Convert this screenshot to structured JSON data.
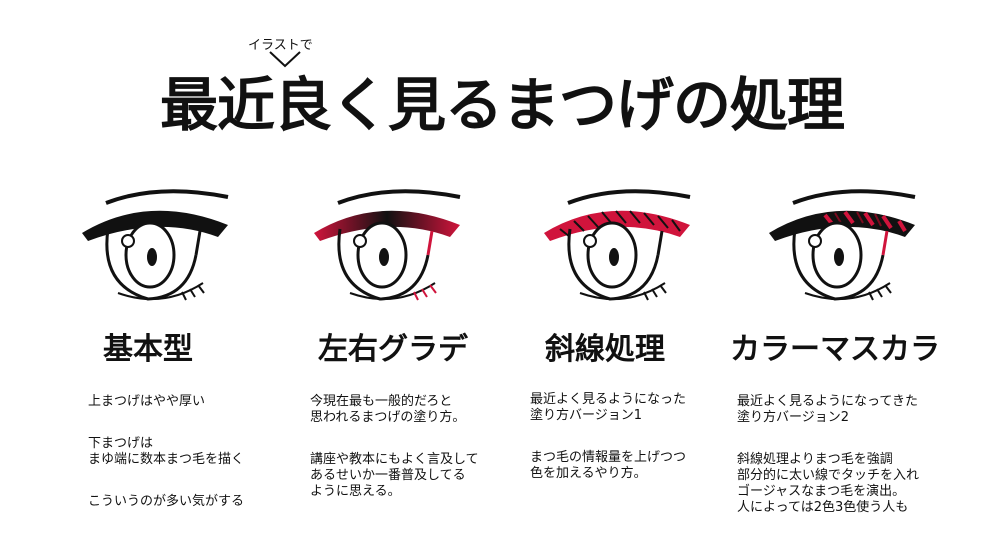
{
  "header": {
    "annotation": "イラストで",
    "title": "最近良く見るまつげの処理"
  },
  "columns": [
    {
      "title": "基本型",
      "paragraphs": [
        "上まつげはやや厚い",
        "下まつげは\nまゆ端に数本まつ毛を描く",
        "こういうのが多い気がする"
      ]
    },
    {
      "title": "左右グラデ",
      "paragraphs": [
        "今現在最も一般的だろと\n思われるまつげの塗り方。",
        "講座や教本にもよく言及して\nあるせいか一番普及してる\nように思える。"
      ]
    },
    {
      "title": "斜線処理",
      "paragraphs": [
        "最近よく見るようになった\n塗り方バージョン1",
        "まつ毛の情報量を上げつつ\n色を加えるやり方。"
      ]
    },
    {
      "title": "カラーマスカラ",
      "paragraphs": [
        "最近よく見るようになってきた\n塗り方バージョン2",
        "斜線処理よりまつ毛を強調\n部分的に太い線でタッチを入れ\nゴージャスなまつ毛を演出。\n人によっては2色3色使う人も"
      ]
    }
  ],
  "colors": {
    "ink": "#111111",
    "lash_red": "#d0143c",
    "lash_dark_red": "#7a0a1e"
  }
}
